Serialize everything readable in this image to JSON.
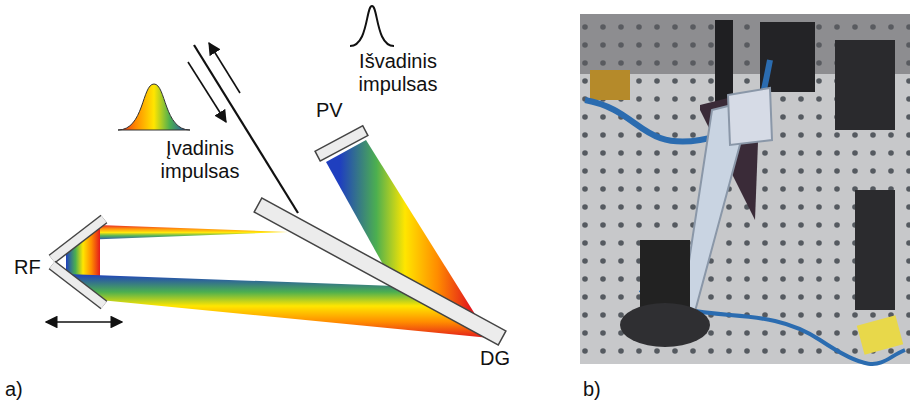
{
  "diagram": {
    "labels": [
      "Įvadinis impulsas",
      "Išvadinis impulsas",
      "PV",
      "RF",
      "DG",
      "a)",
      "b)"
    ]
  }
}
